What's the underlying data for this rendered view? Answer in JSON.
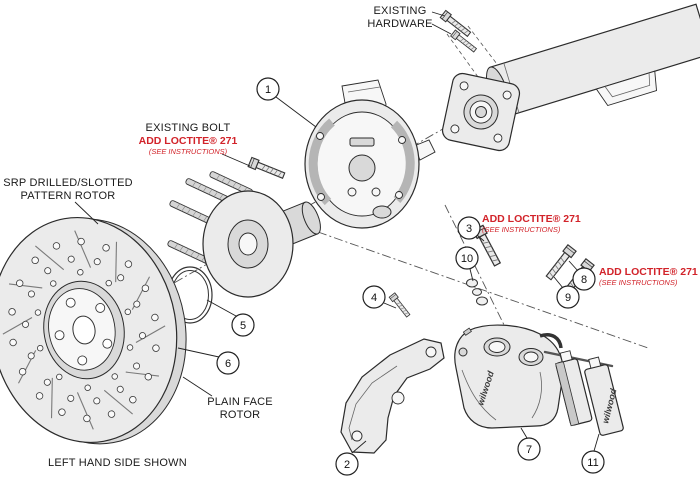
{
  "colors": {
    "accent_red": "#d2232a",
    "line": "#231f20",
    "background": "#ffffff"
  },
  "labels": {
    "existing_hardware_line1": "EXISTING",
    "existing_hardware_line2": "HARDWARE",
    "existing_bolt": "EXISTING BOLT",
    "add_loctite": "ADD LOCTITE® 271",
    "see_instructions": "(SEE INSTRUCTIONS)",
    "srp_rotor_line1": "SRP DRILLED/SLOTTED",
    "srp_rotor_line2": "PATTERN ROTOR",
    "plain_face_line1": "PLAIN FACE",
    "plain_face_line2": "ROTOR",
    "left_hand_side": "LEFT HAND SIDE SHOWN",
    "brand": "wilwood"
  },
  "callouts": [
    {
      "number": "1"
    },
    {
      "number": "2"
    },
    {
      "number": "3"
    },
    {
      "number": "4"
    },
    {
      "number": "5"
    },
    {
      "number": "6"
    },
    {
      "number": "7"
    },
    {
      "number": "8"
    },
    {
      "number": "9"
    },
    {
      "number": "10"
    },
    {
      "number": "11"
    }
  ]
}
